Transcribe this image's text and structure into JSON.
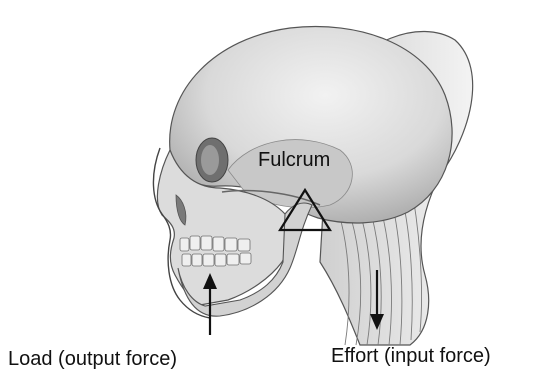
{
  "labels": {
    "fulcrum": "Fulcrum",
    "load": "Load (output force)",
    "effort": "Effort (input force)"
  },
  "icons": {
    "fulcrum": "triangle-icon",
    "load_arrow": "arrow-up-icon",
    "effort_arrow": "arrow-down-icon"
  }
}
